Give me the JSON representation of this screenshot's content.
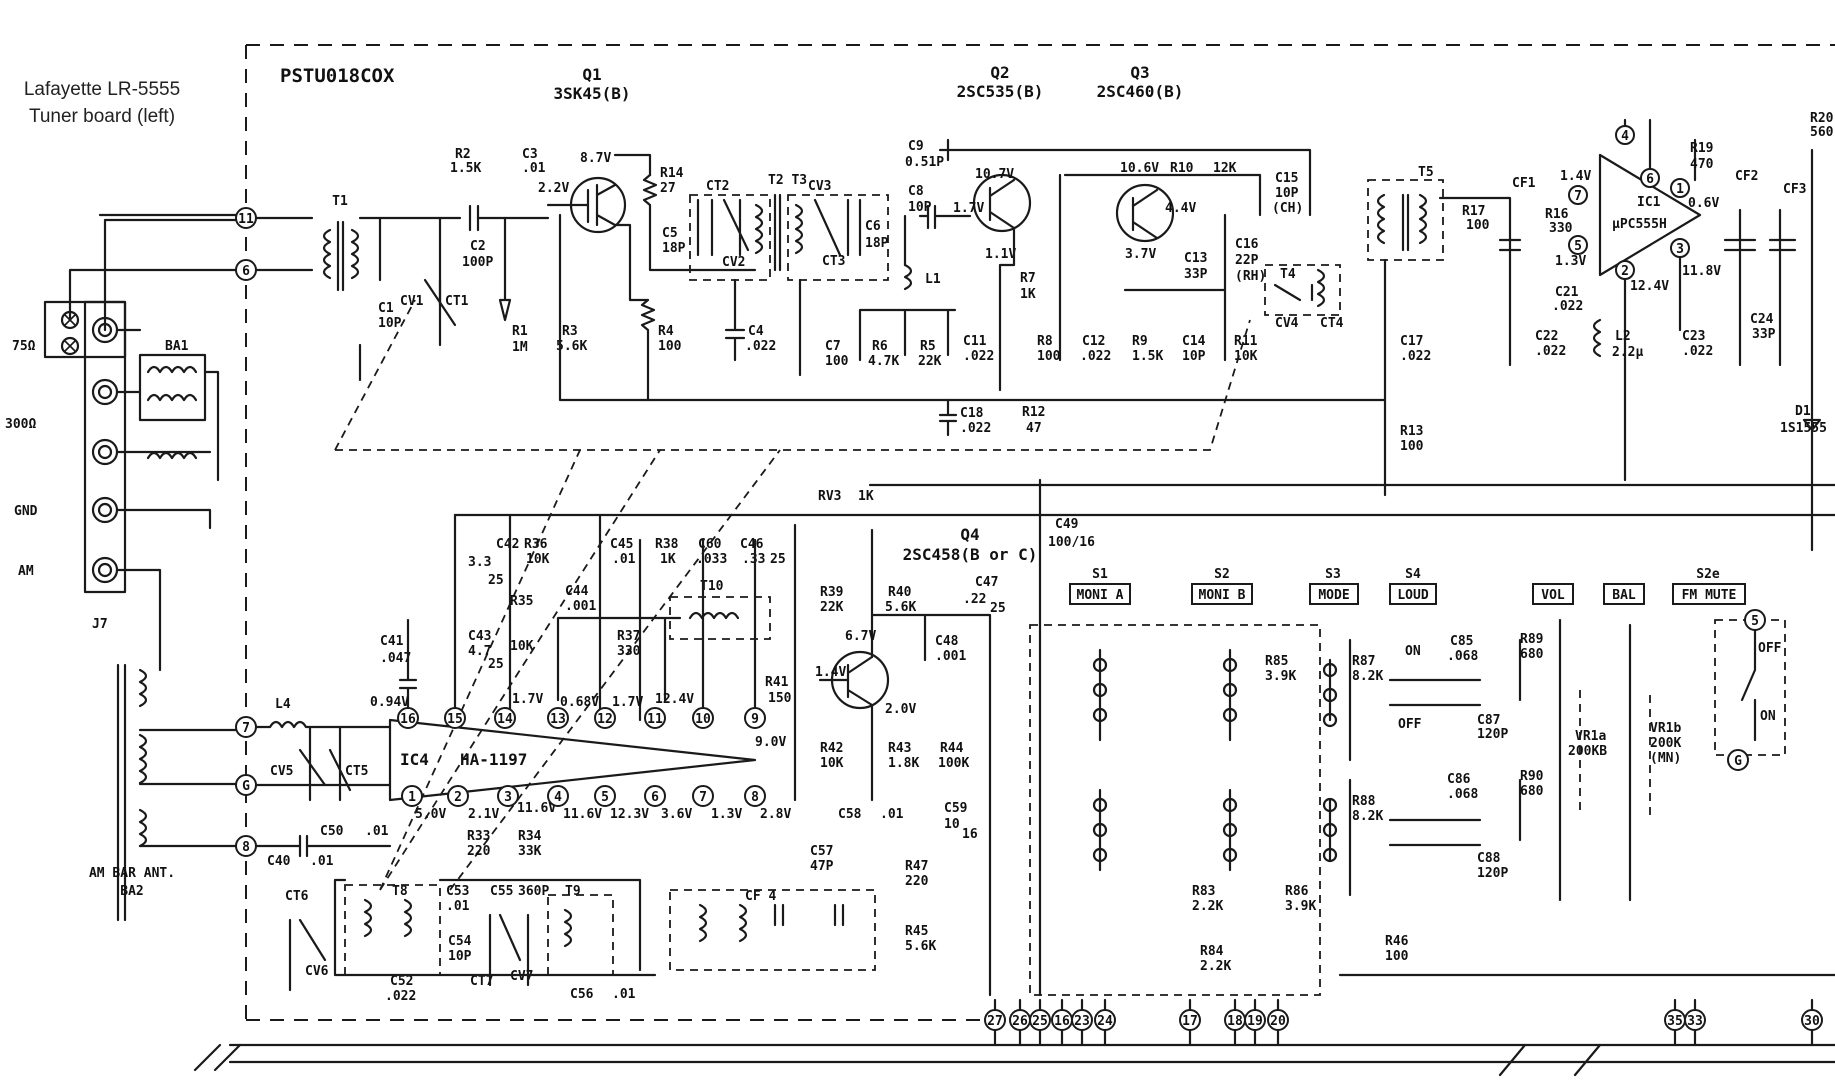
{
  "caption": {
    "line1": "Lafayette LR-5555",
    "line2": "Tuner board (left)"
  },
  "board_id": "PSTU018COX",
  "transistors": {
    "q1": {
      "ref": "Q1",
      "part": "3SK45(B)"
    },
    "q2": {
      "ref": "Q2",
      "part": "2SC535(B)"
    },
    "q3": {
      "ref": "Q3",
      "part": "2SC460(B)"
    },
    "q4": {
      "ref": "Q4",
      "part": "2SC458(B or C)"
    }
  },
  "ics": {
    "ic1": {
      "ref": "IC1",
      "part": "μPC555H"
    },
    "ic4": {
      "ref": "IC4",
      "part": "HA-1197"
    }
  },
  "switches": {
    "s1": {
      "ref": "S1",
      "label": "MONI A"
    },
    "s2": {
      "ref": "S2",
      "label": "MONI B"
    },
    "s3": {
      "ref": "S3",
      "label": "MODE"
    },
    "s4": {
      "ref": "S4",
      "label": "LOUD"
    },
    "vol": {
      "label": "VOL"
    },
    "bal": {
      "label": "BAL"
    },
    "s2e": {
      "ref": "S2e",
      "label": "FM MUTE"
    }
  },
  "antenna": {
    "ohm75": "75Ω",
    "ohm300": "300Ω",
    "gnd": "GND",
    "am": "AM",
    "jack": "J7",
    "balun": "BA1",
    "bar_ant": "AM BAR ANT.",
    "bar_ant_ref": "BA2"
  },
  "components": {
    "t1": "T1",
    "c1": "C1",
    "c1v": "10P",
    "cv1": "CV1",
    "ct1": "CT1",
    "c2": "C2",
    "c2v": "100P",
    "r1": "R1",
    "r1v": "1M",
    "r2": "R2",
    "r2v": "1.5K",
    "c3": "C3",
    "c3v": ".01",
    "v22": "2.2V",
    "v87": "8.7V",
    "r14": "R14",
    "r14v": "27",
    "r3": "R3",
    "r3v": "5.6K",
    "r4": "R4",
    "r4v": "100",
    "ct2": "CT2",
    "c5": "C5",
    "c5v": "18P",
    "cv2": "CV2",
    "c4": "C4",
    "c4v": ".022",
    "t2t3": "T2  T3",
    "cv3": "CV3",
    "c6": "C6",
    "c6v": "18P",
    "ct3": "CT3",
    "c9": "C9",
    "c9v": "0.51P",
    "c8": "C8",
    "c8v": "10P",
    "l1": "L1",
    "c7": "C7",
    "c7v": "100",
    "r6": "R6",
    "r6v": "4.7K",
    "r5": "R5",
    "r5v": "22K",
    "v107": "10.7V",
    "v17": "1.7V",
    "v11": "1.1V",
    "r7": "R7",
    "r7v": "1K",
    "c11": "C11",
    "c11v": ".022",
    "r8": "R8",
    "r8v": "100",
    "c12": "C12",
    "c12v": ".022",
    "c18": "C18",
    "c18v": ".022",
    "r12": "R12",
    "r12v": "47",
    "v106": "10.6V",
    "r10": "R10",
    "r10v": "12K",
    "v44": "4.4V",
    "v37": "3.7V",
    "c13": "C13",
    "c13v": "33P",
    "r9": "R9",
    "r9v": "1.5K",
    "c14": "C14",
    "c14v": "10P",
    "c15": "C15",
    "c15v": "10P",
    "c15n": "(CH)",
    "c16": "C16",
    "c16v": "22P",
    "c16n": "(RH)",
    "t4": "T4",
    "cv4": "CV4",
    "ct4": "CT4",
    "r11": "R11",
    "r11v": "10K",
    "t5": "T5",
    "r17": "R17",
    "r17v": "100",
    "c17": "C17",
    "c17v": ".022",
    "r13": "R13",
    "r13v": "100",
    "cf1": "CF1",
    "v14": "1.4V",
    "r16": "R16",
    "r16v": "330",
    "v13": "1.3V",
    "c21": "C21",
    "c21v": ".022",
    "c22": "C22",
    "c22v": ".022",
    "v06": "0.6V",
    "v124": "12.4V",
    "v118": "11.8V",
    "l2": "L2",
    "l2v": "2.2μ",
    "c23": "C23",
    "c23v": ".022",
    "r19": "R19",
    "r19v": "470",
    "cf2": "CF2",
    "cf3": "CF3",
    "c24": "C24",
    "c24v": "33P",
    "r20": "R20",
    "r20v": "560",
    "d1": "D1",
    "d1v": "1S1555",
    "rv3": "RV3",
    "rv3v": "1K",
    "c49": "C49",
    "c49v": "100/16",
    "c42": "C42",
    "c42v1": "3.3",
    "c42v2": "25",
    "c43": "C43",
    "c43v1": "4.7",
    "c43v2": "25",
    "r36": "R36",
    "r36v": "10K",
    "c45": "C45",
    "c45v": ".01",
    "r38": "R38",
    "r38v": "1K",
    "c60": "C60",
    "c60v": ".033",
    "c46": "C46",
    "c46v1": ".33",
    "c46v2": "25",
    "c44": "C44",
    "c44v": ".001",
    "r35": "R35",
    "r35v": "10K",
    "r37": "R37",
    "r37v": "330",
    "t10": "T10",
    "c41": "C41",
    "c41v": ".047",
    "r39": "R39",
    "r39v": "22K",
    "r40": "R40",
    "r40v": "5.6K",
    "v67": "6.7V",
    "v14b": "1.4V",
    "c47": "C47",
    "c47v1": ".22",
    "c47v2": "25",
    "c48": "C48",
    "c48v": ".001",
    "r41": "R41",
    "r41v": "150",
    "v20": "2.0V",
    "r42": "R42",
    "r42v": "10K",
    "r43": "R43",
    "r43v": "1.8K",
    "r44": "R44",
    "r44v": "100K",
    "l4": "L4",
    "cv5": "CV5",
    "ct5": "CT5",
    "v094": "0.94V",
    "v17b": "1.7V",
    "v068": "0.68V",
    "v17c": "1.7V",
    "v124b": "12.4V",
    "v90": "9.0V",
    "v50": "5.0V",
    "v21": "2.1V",
    "v116": "11.6V",
    "v116b": "11.6V",
    "v123": "12.3V",
    "v36": "3.6V",
    "v13b": "1.3V",
    "v28": "2.8V",
    "c50": "C50",
    "c50v": ".01",
    "c40": "C40",
    "c40v": ".01",
    "r33": "R33",
    "r33v": "220",
    "r34": "R34",
    "r34v": "33K",
    "c58": "C58",
    "c58v": ".01",
    "c59": "C59",
    "c59v1": "10",
    "c59v2": "16",
    "c57": "C57",
    "c57v": "47P",
    "r47": "R47",
    "r47v": "220",
    "r45": "R45",
    "r45v": "5.6K",
    "ct6": "CT6",
    "cv6": "CV6",
    "t8": "T8",
    "c53": "C53",
    "c53v": ".01",
    "c55": "C55",
    "c55v": "360P",
    "t9": "T9",
    "c54": "C54",
    "c54v": "10P",
    "ct7": "CT7",
    "cv7": "CV7",
    "c52": "C52",
    "c52v": ".022",
    "c56": "C56",
    "c56v": ".01",
    "cf4": "CF 4",
    "r85": "R85",
    "r85v": "3.9K",
    "r86": "R86",
    "r86v": "3.9K",
    "r83": "R83",
    "r83v": "2.2K",
    "r84": "R84",
    "r84v": "2.2K",
    "r87": "R87",
    "r87v": "8.2K",
    "on": "ON",
    "off": "OFF",
    "c85": "C85",
    "c85v": ".068",
    "c87": "C87",
    "c87v": "120P",
    "r89": "R89",
    "r89v": "680",
    "r88": "R88",
    "r88v": "8.2K",
    "c86": "C86",
    "c86v": ".068",
    "c88": "C88",
    "c88v": "120P",
    "r90": "R90",
    "r90v": "680",
    "vr1a": "VR1a",
    "vr1av": "200KB",
    "vr1b": "VR1b",
    "vr1bv": "200K",
    "vr1bn": "(MN)",
    "r46": "R46",
    "r46v": "100",
    "s2e_on": "ON",
    "s2e_off": "OFF"
  },
  "ic4_pins_top": [
    "16",
    "15",
    "14",
    "13",
    "12",
    "11",
    "10",
    "9"
  ],
  "ic4_pins_bot": [
    "1",
    "2",
    "3",
    "4",
    "5",
    "6",
    "7",
    "8"
  ],
  "connector_pins": [
    "27",
    "26",
    "25",
    "16",
    "23",
    "24",
    "17",
    "18",
    "19",
    "20",
    "35",
    "33",
    "30"
  ],
  "antenna_pins": [
    "11",
    "6",
    "7",
    "G",
    "8"
  ],
  "ic1_pins": [
    "7",
    "5",
    "4",
    "6",
    "1",
    "2",
    "3"
  ],
  "s2e_pins": [
    "5",
    "G"
  ]
}
